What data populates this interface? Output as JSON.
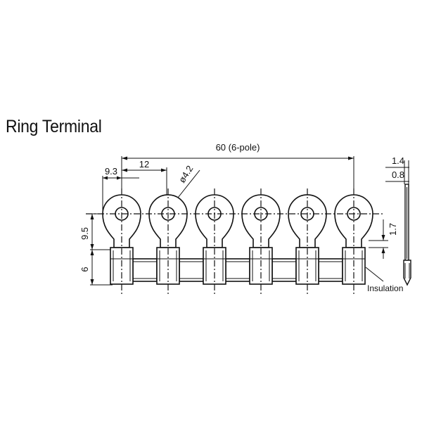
{
  "title": "Ring Terminal",
  "dimensions": {
    "overall_length": "60 (6-pole)",
    "edge_to_center": "9.3",
    "pitch": "12",
    "hole_diameter": "ø4.2",
    "ring_height": "9.5",
    "barrel_height": "6",
    "offset": "1.7",
    "thickness_outer": "1.4",
    "thickness_inner": "0.8"
  },
  "labels": {
    "insulation": "Insulation"
  },
  "terminal_count": 6
}
